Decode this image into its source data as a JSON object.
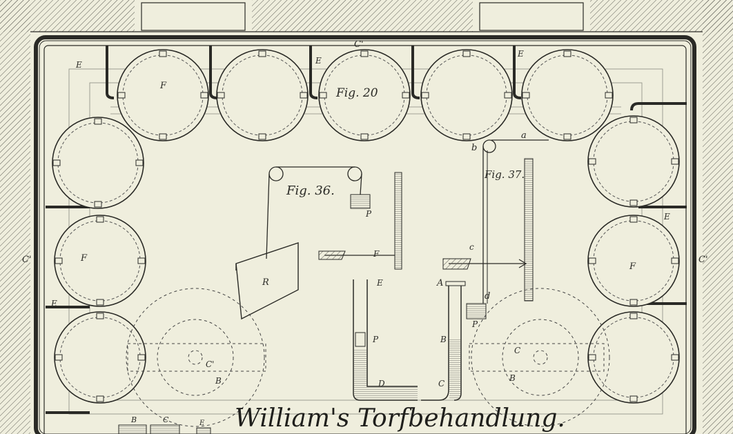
{
  "figures": {
    "fig20": "Fig. 20",
    "fig36": "Fig. 36.",
    "fig37": "Fig. 37."
  },
  "title": "William's Torfbehandlung.",
  "labels": {
    "F": "F",
    "E": "E",
    "C": "C",
    "B": "B",
    "Cprime": "C'",
    "a": "a",
    "b": "b",
    "c": "c",
    "d": "d",
    "P": "P",
    "R": "R",
    "A": "A",
    "D": "D"
  },
  "colors": {
    "paper": "#efeedd",
    "ink": "#2a2a26",
    "liquid": "#6b6b62"
  }
}
